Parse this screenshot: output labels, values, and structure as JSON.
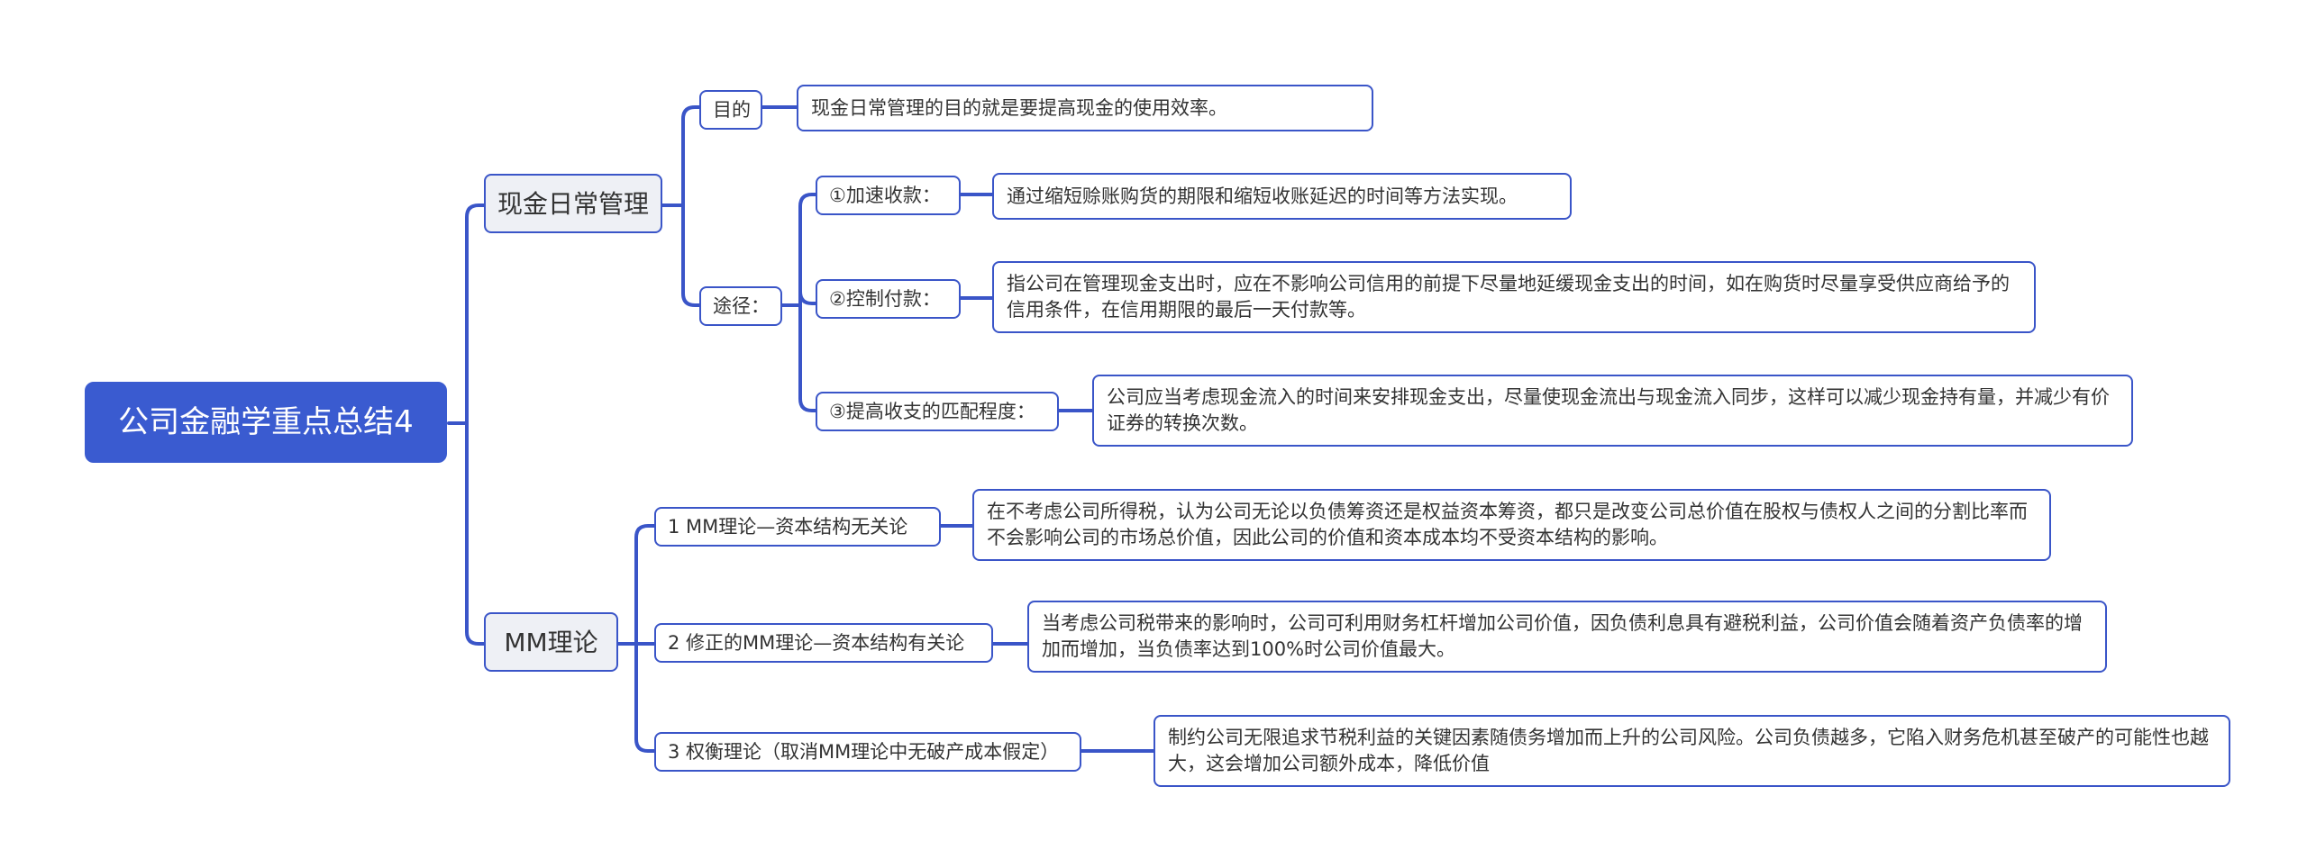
{
  "root": {
    "label": "公司金融学重点总结4"
  },
  "colors": {
    "accent": "#3a5bd0",
    "line": "#3a55c8",
    "main_fill": "#eef0f5",
    "text": "#333333"
  },
  "branches": [
    {
      "label": "现金日常管理",
      "children": [
        {
          "label": "目的",
          "detail": "现金日常管理的目的就是要提高现金的使用效率。"
        },
        {
          "label": "途径：",
          "children": [
            {
              "label": "①加速收款：",
              "detail": "通过缩短赊账购货的期限和缩短收账延迟的时间等方法实现。"
            },
            {
              "label": "②控制付款：",
              "detail": "指公司在管理现金支出时，应在不影响公司信用的前提下尽量地延缓现金支出的时间，如在购货时尽量享受供应商给予的信用条件，在信用期限的最后一天付款等。"
            },
            {
              "label": "③提高收支的匹配程度：",
              "detail": "公司应当考虑现金流入的时间来安排现金支出，尽量使现金流出与现金流入同步，这样可以减少现金持有量，并减少有价证券的转换次数。"
            }
          ]
        }
      ]
    },
    {
      "label": "MM理论",
      "children": [
        {
          "label": "1 MM理论—资本结构无关论",
          "detail": "在不考虑公司所得税，认为公司无论以负债筹资还是权益资本筹资，都只是改变公司总价值在股权与债权人之间的分割比率而不会影响公司的市场总价值，因此公司的价值和资本成本均不受资本结构的影响。"
        },
        {
          "label": "2 修正的MM理论—资本结构有关论",
          "detail": "当考虑公司税带来的影响时，公司可利用财务杠杆增加公司价值，因负债利息具有避税利益，公司价值会随着资产负债率的增加而增加，当负债率达到100%时公司价值最大。"
        },
        {
          "label": "3 权衡理论（取消MM理论中无破产成本假定）",
          "detail": "制约公司无限追求节税利益的关键因素随债务增加而上升的公司风险。公司负债越多，它陷入财务危机甚至破产的可能性也越大，这会增加公司额外成本，降低价值"
        }
      ]
    }
  ]
}
